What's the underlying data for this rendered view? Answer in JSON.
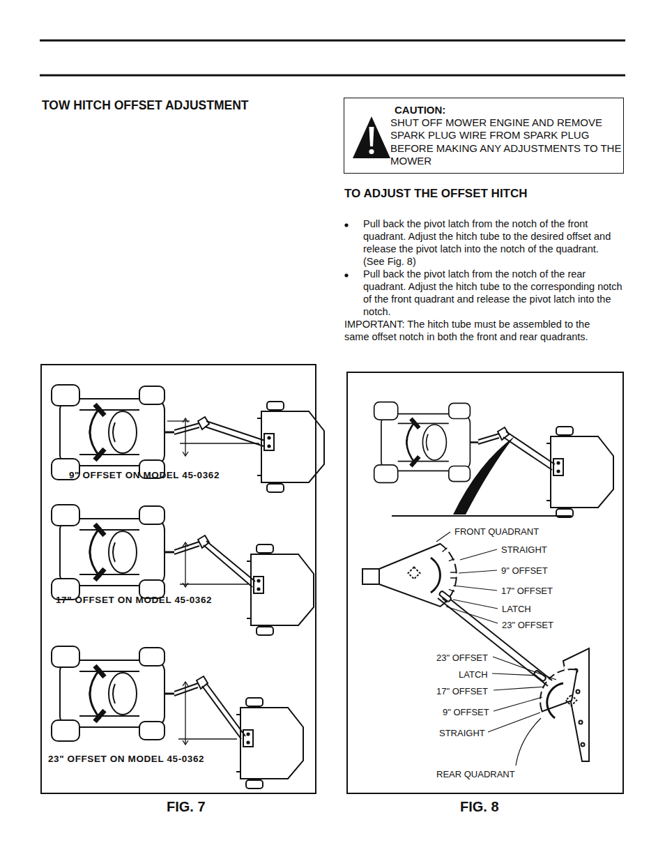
{
  "diagram": {
    "title": "TOW HITCH OFFSET ADJUSTMENT",
    "nodes": [
      {
        "text": [
          "CAUTION:",
          "SHUT OFF MOWER ENGINE AND REMOVE SPARK PLUG WIRE FROM SPARK PLUG BEFORE MAKING ANY ADJUSTMENTS TO THE MOWER"
        ]
      },
      {
        "text": [
          "9\" OFFSET ON MODEL 45-0362",
          "17\" OFFSET ON MODEL 45-0362",
          "23\" OFFSET ON MODEL 45-0362",
          "FIG. 7"
        ]
      },
      {
        "text": [
          "FRONT QUADRANT",
          "STRAIGHT",
          "9\" OFFSET",
          "17\" OFFSET",
          "LATCH",
          "23\" OFFSET",
          "23\" OFFSET",
          "LATCH",
          "17\" OFFSET",
          "9\" OFFSET",
          "STRAIGHT",
          "REAR QUADRANT",
          "FIG. 8"
        ]
      }
    ],
    "labels": [
      "TO ADJUST THE OFFSET HITCH",
      "Pull back the pivot latch from the notch of the front quadrant. Adjust the hitch tube to the desired offset and release the pivot latch into the notch of the quadrant. (See Fig. 8)",
      "Pull back the pivot latch from the notch of the rear quadrant. Adjust the hitch tube to the corresponding notch of the front quadrant and release the pivot latch into the notch.",
      "IMPORTANT: The hitch tube must be assembled to the same offset notch in both the front and rear quadrants."
    ]
  }
}
